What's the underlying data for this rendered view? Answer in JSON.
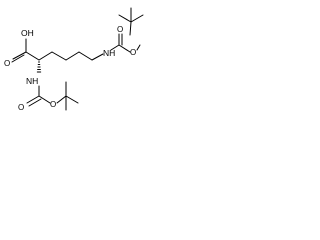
{
  "atoms": {
    "oh": "OH",
    "o_acid": "O",
    "nh_alpha": "NH",
    "nh_epsilon": "NH",
    "o_boc1_carbonyl": "O",
    "o_boc1_ester": "O",
    "o_boc2_carbonyl": "O",
    "o_boc2_ester": "O"
  },
  "stereo_marker": "stereo-hash-wedge"
}
